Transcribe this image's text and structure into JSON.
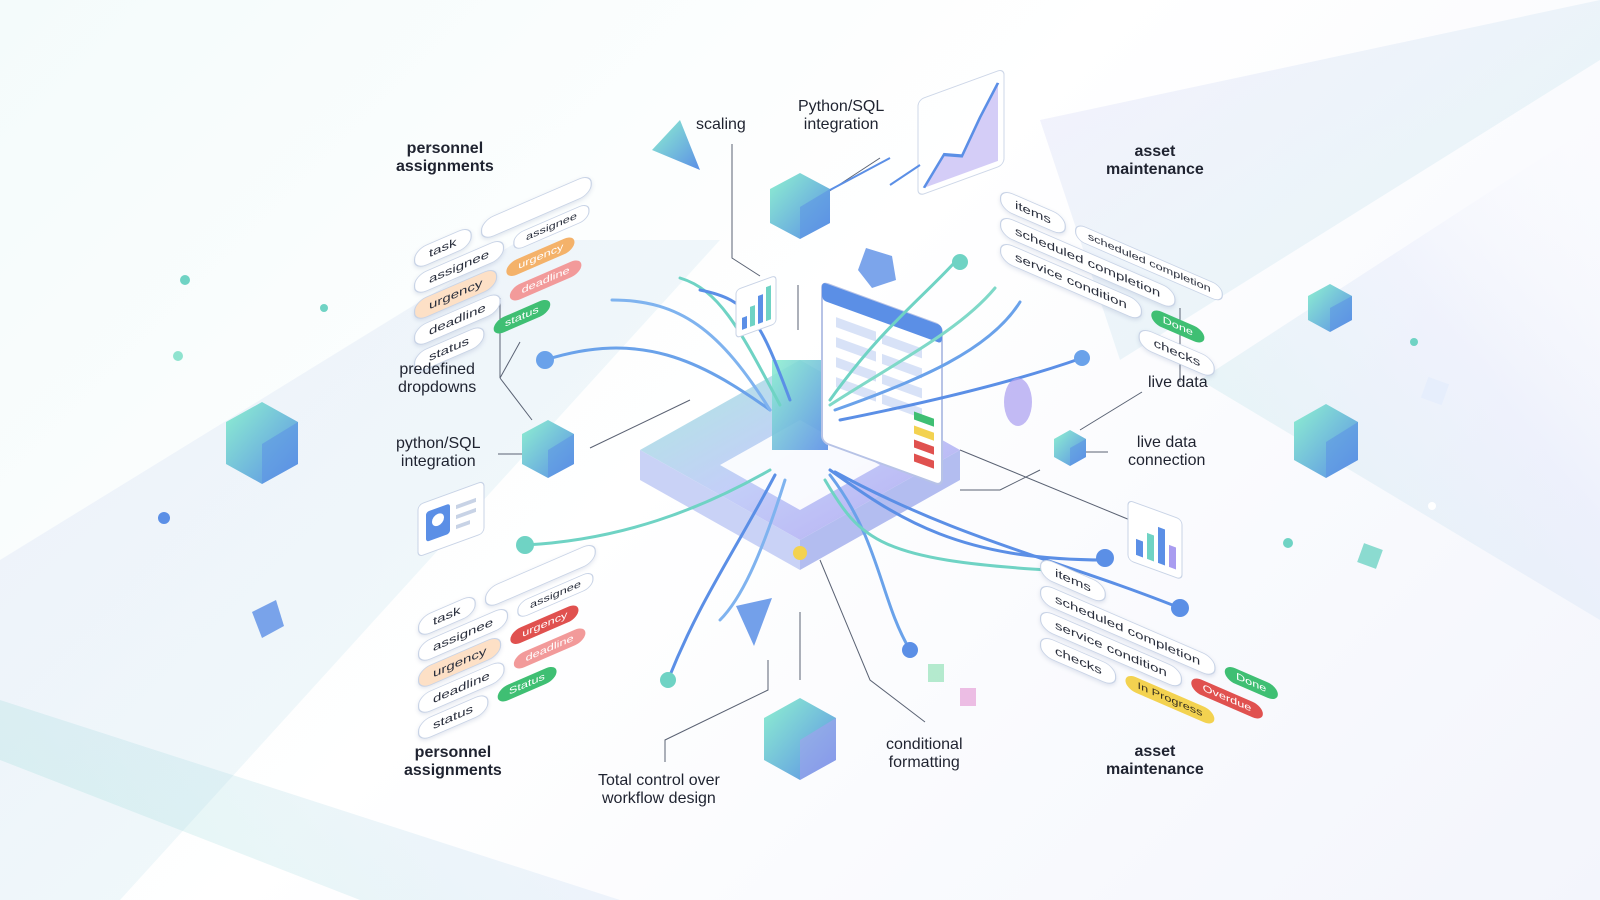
{
  "labels": {
    "scaling": "scaling",
    "python_sql_top": [
      "Python/SQL",
      "integration"
    ],
    "personnel_top": [
      "personnel",
      "assignments"
    ],
    "asset_top": [
      "asset",
      "maintenance"
    ],
    "predefined": [
      "predefined",
      "dropdowns"
    ],
    "python_sql_left": [
      "python/SQL",
      "integration"
    ],
    "live_data": "live data",
    "live_connection": [
      "live data",
      "connection"
    ],
    "personnel_bottom": [
      "personnel",
      "assignments"
    ],
    "total_control": [
      "Total control over",
      "workflow design"
    ],
    "conditional": [
      "conditional",
      "formatting"
    ],
    "asset_bottom": [
      "asset",
      "maintenance"
    ]
  },
  "panels": {
    "personnel_top": {
      "fields": [
        "task",
        "assignee",
        "urgency",
        "deadline",
        "status"
      ],
      "tags": [
        "assignee",
        "urgency",
        "deadline",
        "status"
      ]
    },
    "asset_top": {
      "fields": [
        "items",
        "scheduled completion",
        "service condition",
        "checks"
      ],
      "tags": [
        "scheduled completion",
        "Done"
      ]
    },
    "personnel_bottom": {
      "fields": [
        "task",
        "assignee",
        "urgency",
        "deadline",
        "status"
      ],
      "tags": [
        "assignee",
        "urgency",
        "deadline",
        "Status"
      ]
    },
    "asset_bottom": {
      "fields": [
        "items",
        "scheduled completion",
        "service condition",
        "checks"
      ],
      "tags": [
        "Done",
        "Overdue",
        "In Progress"
      ]
    }
  },
  "colors": {
    "blue": "#5b8fe6",
    "teal": "#6fd3c4",
    "purple": "#a99cf0",
    "green": "#3fbf73",
    "red": "#e0514f",
    "orange": "#f4b26a",
    "yellow": "#f3d250"
  }
}
